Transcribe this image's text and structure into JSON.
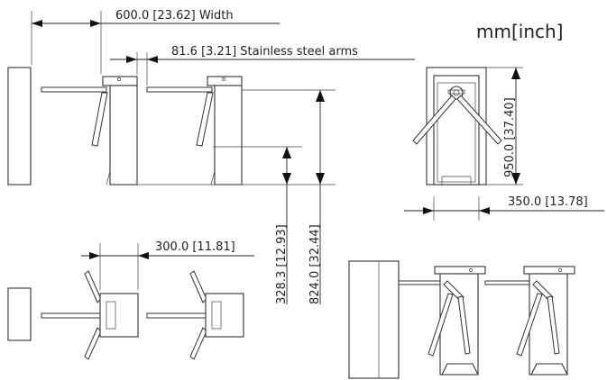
{
  "unit_label": "mm[inch]",
  "dimensions": {
    "width": "600.0 [23.62] Width",
    "arms": "81.6 [3.21] Stainless steel arms",
    "arm_height": "328.3 [12.93]",
    "body_height": "824.0 [32.44]",
    "total_height": "950.0 [37.40]",
    "depth": "350.0 [13.78]",
    "top_width": "300.0 [11.81]"
  }
}
